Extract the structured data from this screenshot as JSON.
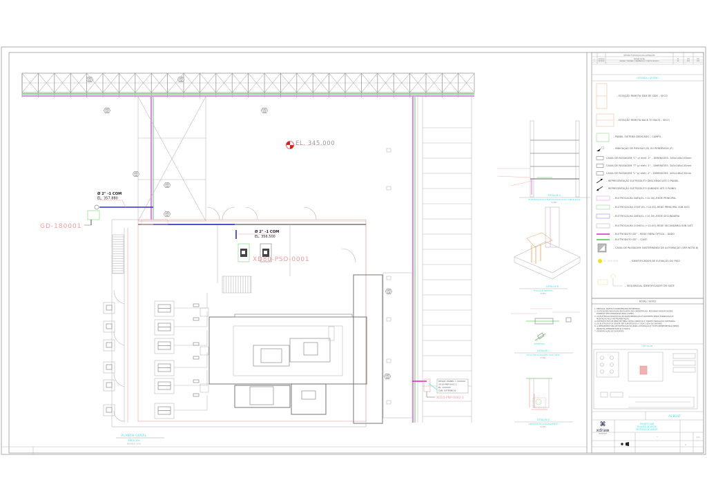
{
  "sheet": {
    "title_block": {
      "revision_header": "REVISÃO E DESCRIÇÃO DAS ALTERAÇÕES",
      "revisions": [
        {
          "rev": "0",
          "date": "XX/XX/XX",
          "description": "EMISSÃO INICIAL",
          "by": "XX",
          "chk": "XXX",
          "app": "XXX"
        },
        {
          "rev": "1",
          "date": "XX/XX/XX",
          "description": "REVISÃO CONFORME COMENTÁRIOS DO CLIENTE (AS BUILT)",
          "by": "XX",
          "chk": "XXX",
          "app": "XXX"
        }
      ],
      "legend_title": "LEGENDA / LEGEND",
      "notes_title": "NOTAS / NOTES",
      "as_built": "AS BUILT",
      "brand": "xdraw",
      "brand_sub": "ENGINEERING",
      "project_lines": [
        "PROJETO JAR",
        "PLANTA DE REDE",
        "SISTEMA DE VAPOR"
      ],
      "sheet_number": "1/1",
      "revision_mark": "1",
      "format_mark": "--"
    },
    "legend": [
      {
        "symbol": "remote-station-side",
        "label": "– ESTAÇÃO REMOTA SIDE BY SIDE – SECO"
      },
      {
        "symbol": "remote-station-back",
        "label": "– ESTAÇÃO REMOTA BACK TO BACK – SECO"
      },
      {
        "symbol": "panel-green",
        "label": "– PAINEL SISTEMA DEDICADO – CAMPO"
      },
      {
        "symbol": "revision-flag",
        "label": "– INDICAÇÃO DE REVISÃO (R) OU PENDÊNCIA (P)"
      },
      {
        "symbol": "box-c",
        "label": "CAIXA DE PASSAGEM \"C\" p/ eletr. 2\" – DIMENSÕES: 345x148x135mm"
      },
      {
        "symbol": "box-t",
        "label": "CAIXA DE PASSAGEM \"T\" p/ eletr. 2\" – DIMENSÕES: 345x148x135mm"
      },
      {
        "symbol": "box-l",
        "label": "CAIXA DE PASSAGEM \"L\" p/ eletr. 2\" – DIMENSÕES: 345x148x135mm"
      },
      {
        "symbol": "conduit-down",
        "label": "– REPRESENTAÇÃO ELETRODUTO DESCENDO ATÉ O PAINEL"
      },
      {
        "symbol": "conduit-up",
        "label": "– REPRESENTAÇÃO ELETRODUTO SUBINDO ATÉ O PAINEL"
      },
      {
        "symbol": "tray-magenta",
        "label": "– ELETROCALHA DATA(EL.+10.00)–REDE PRINCIPAL"
      },
      {
        "symbol": "tray-green",
        "label": "– ELETROCALHA CONT.(EL.+10.00)–REDE PRINCIPAL SUB-SIST."
      },
      {
        "symbol": "tray-purple",
        "label": "– ELETROCALHA DATA(EL.+10.00)–REDE SECUNDÁRIA"
      },
      {
        "symbol": "tray-grey",
        "label": "– ELETROCALHA CONSOL.(+10.00)–REDE SECUNDÁRIA SUB-SIST."
      },
      {
        "symbol": "conduit-magenta",
        "label": "– ELETRODUTO Ø2\" – REDE FIBRA ÓPTICA – DADO"
      },
      {
        "symbol": "conduit-green",
        "label": "– ELETRODUTO Ø2\" – CONT."
      },
      {
        "symbol": "underground-box",
        "label": "– CAIXA DE PASSAGEM SUBTERRÂNEA DE AUTOMAÇÃO (VER NOTA 8)"
      },
      {
        "symbol": "elevation-marker",
        "label": "– IDENTIFICADOR DE ELEVAÇÃO DO PISO"
      },
      {
        "symbol": "gate-sequence",
        "label": "– SEQUENCIAL IDENTIFICADOR DO GATE"
      }
    ],
    "notes": [
      "1. MEDIDAS, NÍVEIS E COORDENADAS EM METROS.",
      "2. AS POSIÇÕES INDICADAS EM PLANTA SÃO ORIENTATIVAS, PEQUENAS MODIFICAÇÕES PODERÃO SER CORRIGIDAS PELO CAMPO.",
      "3. AS ELETROCALHAS/DUTOS DE INSTRUMENTAÇÃO E SUPORTES SERÃO FORNECIDAS E MONTADAS PELA INSTRUMENTAÇÃO.",
      "4. ELETRODUTOS DE REDE DE FIBRA ÓPTICA SERÃO Ø 2\" EXCETO INDICAÇÃO CONTRÁRIA.",
      "5. OS ELETRODUTOS DEVEM SER SUPORTADOS A CADA 2,00m NO MÁXIMO.",
      "6. A INFRAESTRUTURA DE ELETROCALHAS PARA AUTOMAÇÃO E TI/OTS REPRESENTADA NESTA PRANCHA ATENDEM FASE Ø 1 FASE Ø.",
      "7. IDENTIFICAÇÃO DE SUPORTES."
    ],
    "key_plan_label": "KEY PLAN"
  },
  "plan": {
    "elevation_label": "EL. 345.000",
    "callout_1": {
      "line1": "Ø 2\" -1 COM",
      "line2": "EL. 357.880"
    },
    "callout_2": {
      "line1": "Ø 2\" -1 COM",
      "line2": "EL. 356.500"
    },
    "panel_tag_left": "GD-180001",
    "panel_tag_center": "XD80-PSD-0001",
    "panel_tag_right": "XD10-PNP-0002.1",
    "right_note": [
      "DESCR. PAINEL = XXXXXX",
      "XD10-PNP-0002.1",
      "EL. XXXXXX",
      "CAB. EXTERNO B"
    ],
    "gate_tags": [
      "GATE 3.01",
      "GATE 3.02",
      "GATE 3.03",
      "GATE 3.04",
      "GATE 3.05",
      "GATE 3.06",
      "GATE 3.07",
      "GATE 3.08",
      "GATE 3.09"
    ],
    "title": "PLANTA GERAL",
    "subtitle": "AREA 100",
    "scale": "ESCALA 1/75"
  },
  "details": [
    {
      "title": "DETALHE A",
      "subtitle": "ELETRODUTOS E ELETROCALHAS NO CABLE-RACK",
      "scale": "S/ ESC."
    },
    {
      "title": "DETALHE B",
      "subtitle": "ESTAÇÃO REMOTA",
      "scale": "S/ ESC."
    },
    {
      "title": "DETALHE C",
      "subtitle": "CAIXA DE PASSAGEM \"PULL BOX\"",
      "scale": "S/ ESC.",
      "iso_label": "ISOMETRIA"
    },
    {
      "title": "DETALHE D",
      "subtitle": "DETALHE DE CHAVEAMENTO",
      "scale": "S/ ESC."
    }
  ],
  "colors": {
    "data_tray": "#d87ee0",
    "control_tray": "#78d878",
    "conduit_blue": "#2a2ad8",
    "conduit_magenta": "#e020c8",
    "annotation_pink": "#f29aa0",
    "title_cyan": "#37e0e8",
    "elevation_red": "#e01818"
  }
}
